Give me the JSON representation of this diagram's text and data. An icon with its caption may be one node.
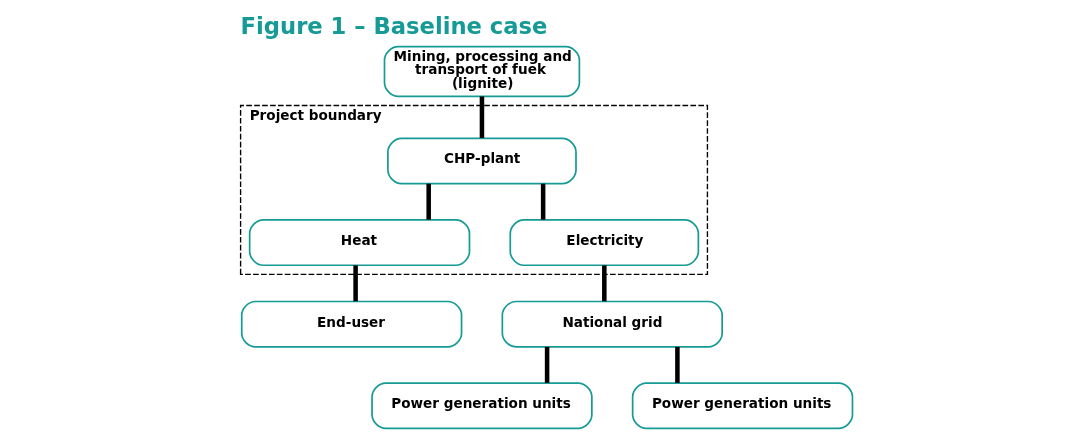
{
  "diagram": {
    "title": "Figure 1 – Baseline case",
    "nodes": [
      {
        "text": [
          "Mining, processing and transport of fuek (lignite)"
        ]
      },
      {
        "text": [
          "Project boundary"
        ]
      },
      {
        "text": [
          "CHP-plant"
        ],
        "in": 1
      },
      {
        "text": [
          "Heat"
        ],
        "in": 1
      },
      {
        "text": [
          "Electricity"
        ],
        "in": 1
      },
      {
        "text": [
          "End-user"
        ]
      },
      {
        "text": [
          "National grid"
        ]
      },
      {
        "text": [
          "Power generation units"
        ]
      },
      {
        "text": [
          "Power generation units"
        ]
      }
    ],
    "edges": [
      {
        "from": 0,
        "to": 2,
        "arrow": "none"
      },
      {
        "from": 2,
        "to": 3,
        "arrow": "none"
      },
      {
        "from": 2,
        "to": 4,
        "arrow": "none"
      },
      {
        "from": 3,
        "to": 5,
        "arrow": "none"
      },
      {
        "from": 4,
        "to": 6,
        "arrow": "none"
      },
      {
        "from": 6,
        "to": 7,
        "arrow": "none"
      },
      {
        "from": 6,
        "to": 8,
        "arrow": "none"
      }
    ]
  }
}
